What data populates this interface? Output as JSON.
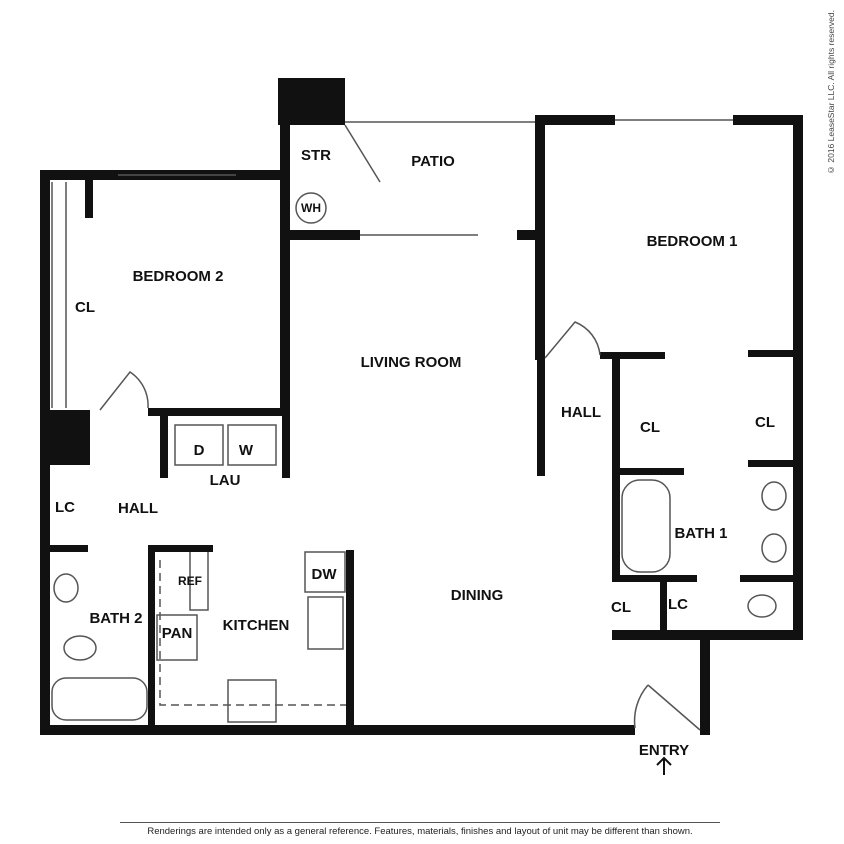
{
  "rooms": {
    "patio": "PATIO",
    "str": "STR",
    "wh": "WH",
    "bedroom1": "BEDROOM 1",
    "bedroom2": "BEDROOM 2",
    "cl_bed2": "CL",
    "living_room": "LIVING ROOM",
    "hall_right": "HALL",
    "cl_bed1_left": "CL",
    "cl_bed1_right": "CL",
    "d": "D",
    "w": "W",
    "lau": "LAU",
    "lc_left": "LC",
    "hall_left": "HALL",
    "bath1": "BATH 1",
    "cl_bath1": "CL",
    "lc_bath1": "LC",
    "dw": "DW",
    "ref": "REF",
    "bath2": "BATH 2",
    "pan": "PAN",
    "kitchen": "KITCHEN",
    "dining": "DINING",
    "entry": "ENTRY"
  },
  "colors": {
    "wall": "#111111",
    "fixture": "#555555"
  },
  "copyright": "© 2016 LeaseStar LLC. All rights reserved.",
  "disclaimer": "Renderings are intended only as a general reference. Features, materials, finishes and layout of unit may be different than shown."
}
